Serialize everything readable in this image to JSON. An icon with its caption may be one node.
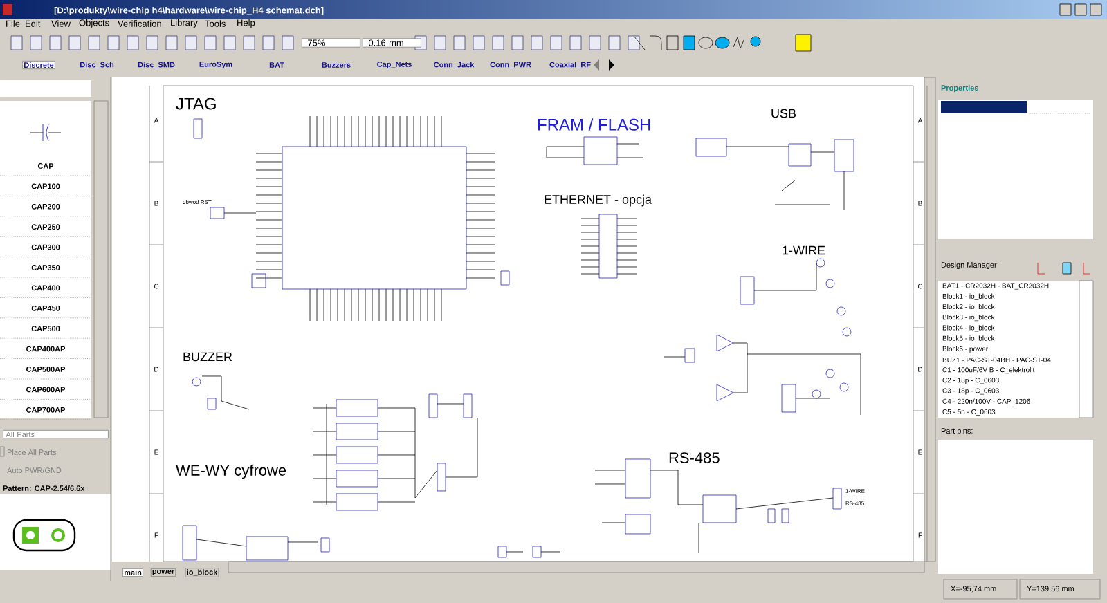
{
  "diagram": {
    "labels": [
      "[D:\\produkty\\wire-chip h4\\hardware\\wire-chip_H4 schemat.dch]",
      "File",
      "Edit",
      "View",
      "Objects",
      "Verification",
      "Library",
      "Tools",
      "Help",
      "75%",
      "0.16 mm",
      "Discrete",
      "Disc_Sch",
      "Disc_SMD",
      "EuroSym",
      "BAT",
      "Buzzers",
      "Cap_Nets",
      "Conn_Jack",
      "Conn_PWR",
      "Coaxial_RF",
      "CAP",
      "CAP100",
      "CAP200",
      "CAP250",
      "CAP300",
      "CAP350",
      "CAP400",
      "CAP450",
      "CAP500",
      "CAP400AP",
      "CAP500AP",
      "CAP600AP",
      "CAP700AP",
      "All Parts",
      "Place All Parts",
      "Auto PWR/GND",
      "Pattern: CAP-2.54/6.6x",
      "JTAG",
      "FRAM / FLASH",
      "USB",
      "obwod RST",
      "ETHERNET - opcja",
      "1-WIRE",
      "BUZZER",
      "WE-WY cyfrowe",
      "RS-485",
      "1-WIRE",
      "RS-485",
      "A",
      "B",
      "C",
      "D",
      "E",
      "F",
      "A",
      "B",
      "C",
      "D",
      "E",
      "F",
      "main",
      "power",
      "io_block",
      "Properties",
      "Design Manager",
      "BAT1 - CR2032H - BAT_CR2032H",
      "Block1 - io_block",
      "Block2 - io_block",
      "Block3 - io_block",
      "Block4 - io_block",
      "Block5 - io_block",
      "Block6 - power",
      "BUZ1 - PAC-ST-04BH - PAC-ST-04",
      "C1 - 100uF/6V B - C_elektrolit",
      "C2 - 18p - C_0603",
      "C3 - 18p - C_0603",
      "C4 - 220n/100V - CAP_1206",
      "C5 - 5n - C_0603",
      "Part pins:",
      "X=-95,74 mm",
      "Y=139,56 mm"
    ]
  }
}
